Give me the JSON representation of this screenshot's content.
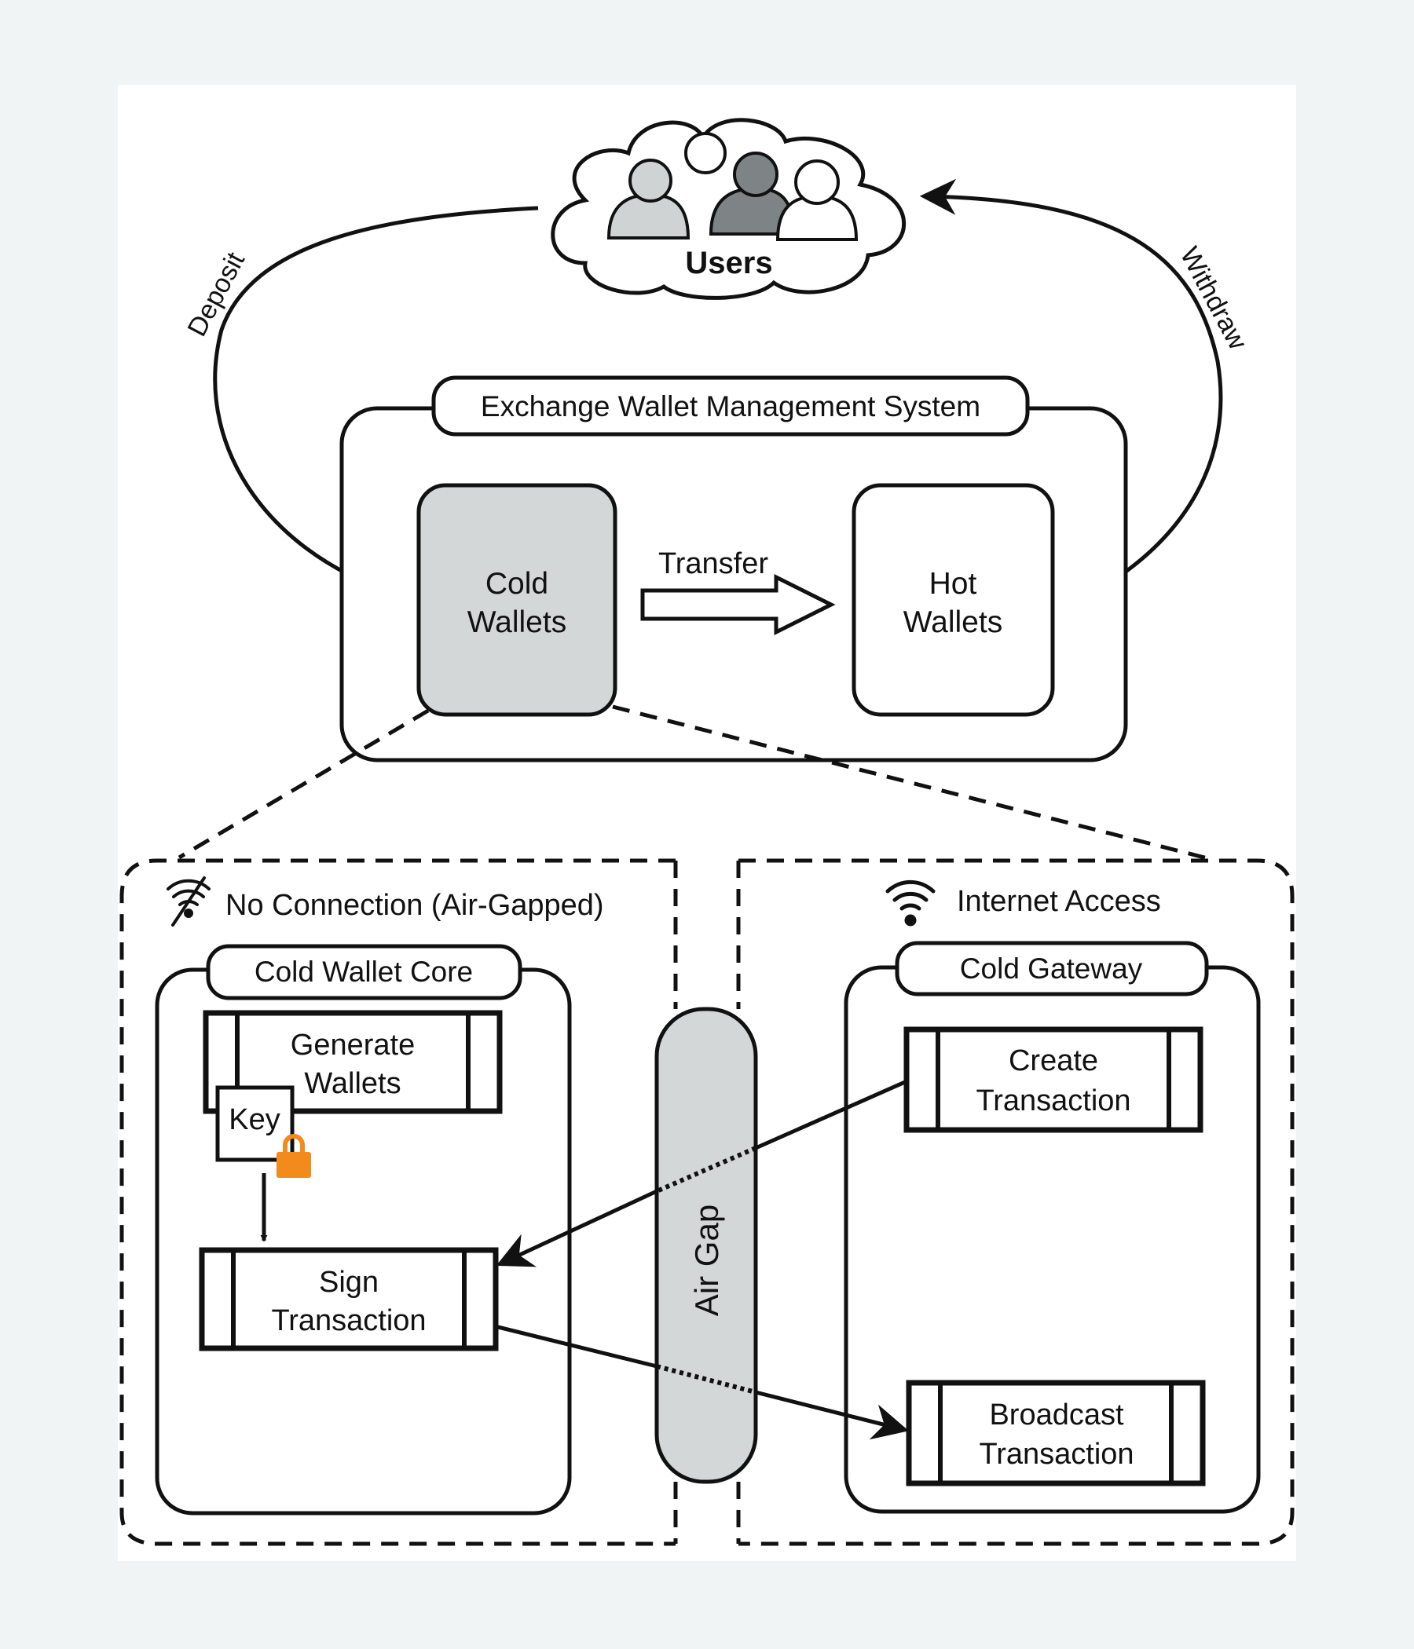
{
  "users": {
    "label": "Users"
  },
  "flows": {
    "deposit": "Deposit",
    "withdraw": "Withdraw",
    "transfer": "Transfer"
  },
  "system": {
    "title": "Exchange Wallet Management System",
    "cold_wallets": {
      "line1": "Cold",
      "line2": "Wallets"
    },
    "hot_wallets": {
      "line1": "Hot",
      "line2": "Wallets"
    }
  },
  "airgapped": {
    "label": "No Connection (Air-Gapped)",
    "core_title": "Cold Wallet Core",
    "generate": {
      "line1": "Generate",
      "line2": "Wallets"
    },
    "key": "Key",
    "sign": {
      "line1": "Sign",
      "line2": "Transaction"
    }
  },
  "air_gap": "Air Gap",
  "internet": {
    "label": "Internet Access",
    "gateway_title": "Cold Gateway",
    "create": {
      "line1": "Create",
      "line2": "Transaction"
    },
    "broadcast": {
      "line1": "Broadcast",
      "line2": "Transaction"
    }
  },
  "colors": {
    "cold_fill": "#d4d7d8",
    "lock": "#f28a1c",
    "stroke": "#111111"
  },
  "icons": [
    "people-icon",
    "no-wifi-icon",
    "wifi-icon",
    "lock-icon"
  ]
}
